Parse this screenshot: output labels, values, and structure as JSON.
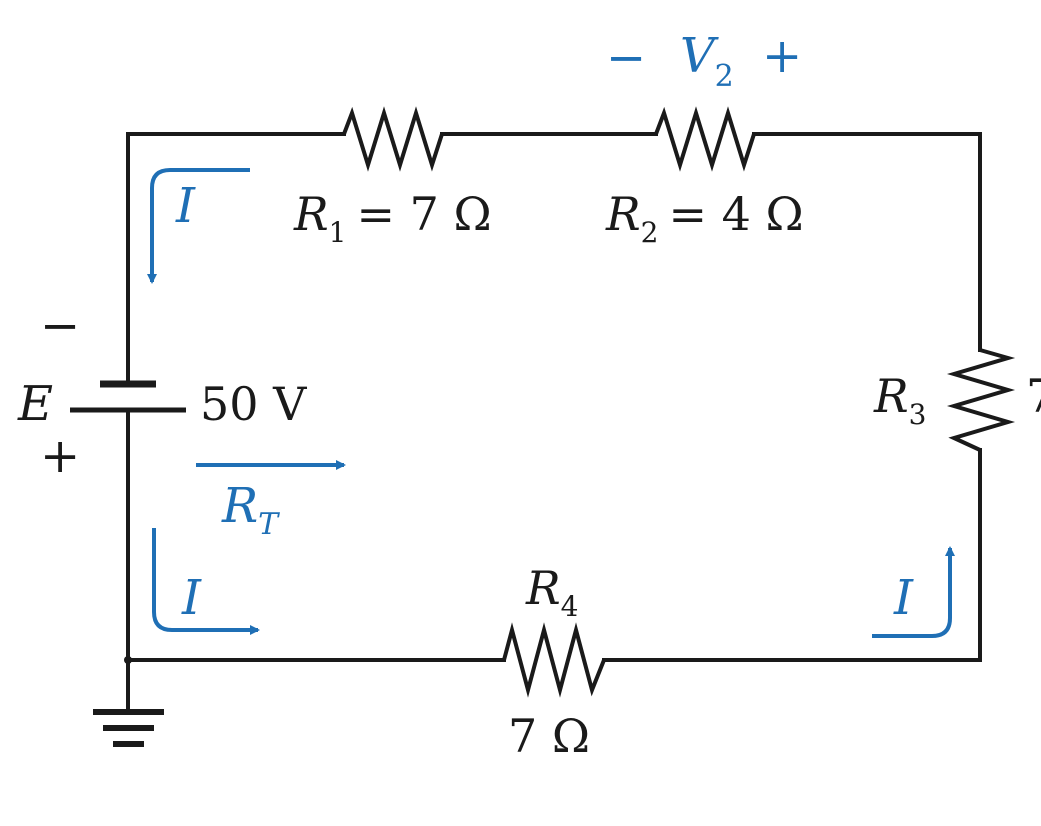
{
  "colors": {
    "wire": "#1a1a1a",
    "annotation": "#1f6fb5",
    "background": "#ffffff"
  },
  "source": {
    "symbol": "E",
    "value": "50 V",
    "minus": "−",
    "plus": "+"
  },
  "resistors": {
    "r1": {
      "symbol": "R",
      "sub": "1",
      "value": "= 7 Ω"
    },
    "r2": {
      "symbol": "R",
      "sub": "2",
      "value": "= 4 Ω"
    },
    "r3": {
      "symbol": "R",
      "sub": "3",
      "value": "7"
    },
    "r4": {
      "symbol": "R",
      "sub": "4",
      "value": "7 Ω"
    }
  },
  "voltage_drop": {
    "minus": "−",
    "symbol": "V",
    "sub": "2",
    "plus": "+"
  },
  "total_resistance": {
    "symbol": "R",
    "sub": "T"
  },
  "current": {
    "top_left": "I",
    "bottom_left": "I",
    "bottom_right": "I"
  },
  "icons": [
    "battery-icon",
    "resistor-icon",
    "ground-icon",
    "arrow-icon"
  ]
}
